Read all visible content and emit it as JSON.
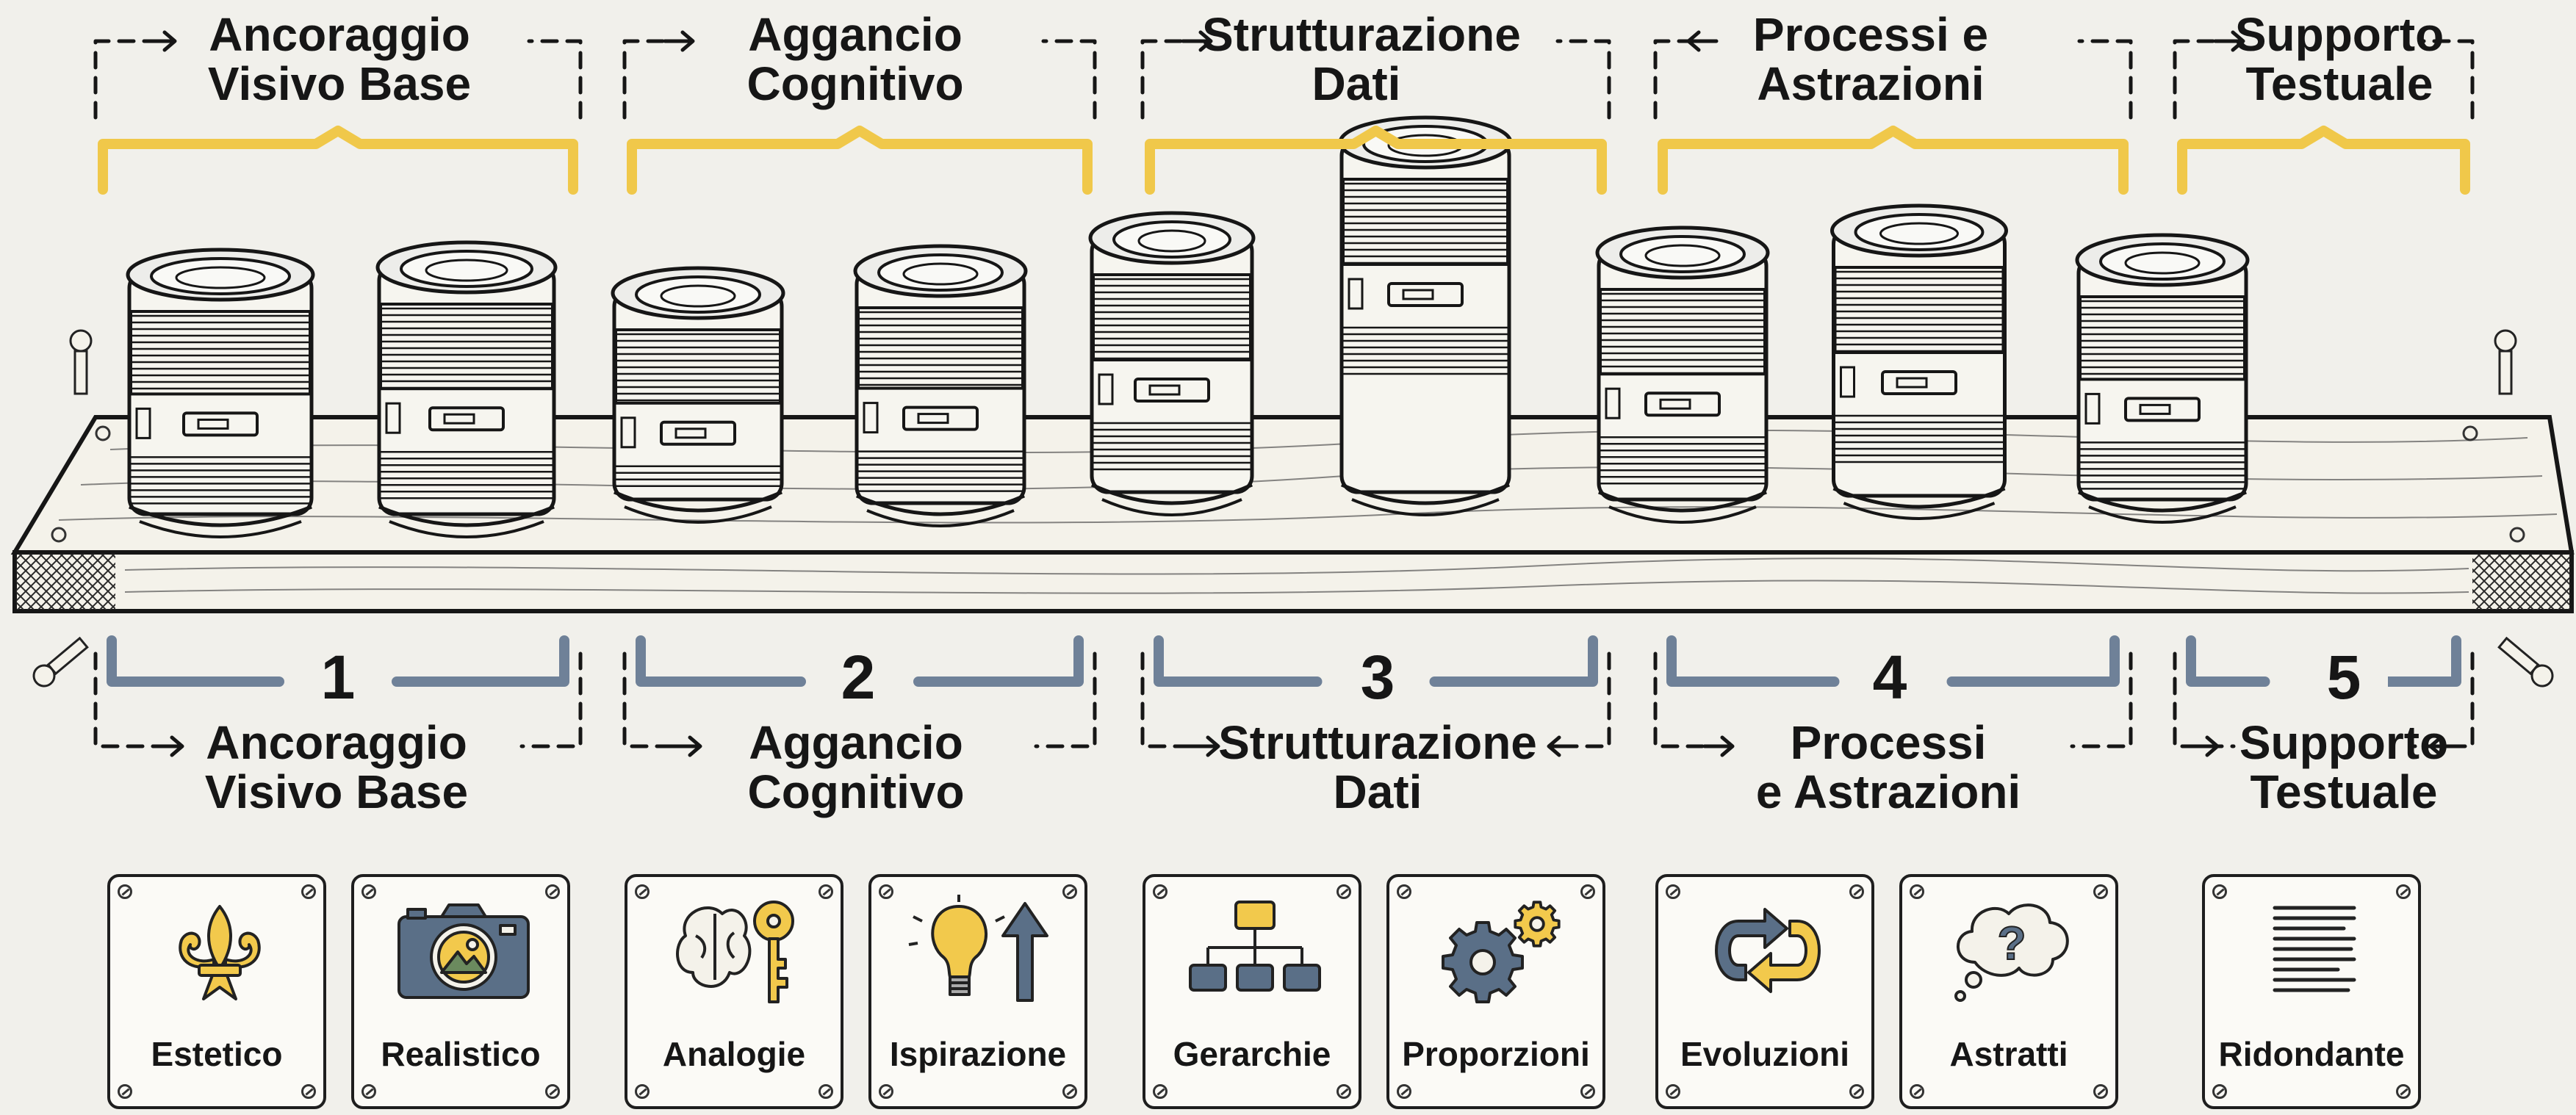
{
  "colors": {
    "background": "#f1f0eb",
    "bracket_top": "#f0c84a",
    "bracket_bottom": "#6f8198",
    "icon_yellow": "#f2c94c",
    "icon_blue": "#5a6f87",
    "ink": "#161616"
  },
  "groups": [
    {
      "number": "1",
      "top_label": "Ancoraggio\nVisivo Base",
      "bottom_label": "Ancoraggio\nVisivo Base"
    },
    {
      "number": "2",
      "top_label": "Aggancio\nCognitivo",
      "bottom_label": "Aggancio\nCognitivo"
    },
    {
      "number": "3",
      "top_label": "Strutturazione\nDati",
      "bottom_label": "Strutturazione\nDati"
    },
    {
      "number": "4",
      "top_label": "Processi e\nAstrazioni",
      "bottom_label": "Processi\ne Astrazioni"
    },
    {
      "number": "5",
      "top_label": "Supporto\nTestuale",
      "bottom_label": "Supporto\nTestuale"
    }
  ],
  "cards": [
    {
      "label": "Estetico",
      "icon": "fleur-de-lis-icon"
    },
    {
      "label": "Realistico",
      "icon": "camera-icon"
    },
    {
      "label": "Analogie",
      "icon": "brain-key-icon"
    },
    {
      "label": "Ispirazione",
      "icon": "lightbulb-arrow-icon"
    },
    {
      "label": "Gerarchie",
      "icon": "hierarchy-icon"
    },
    {
      "label": "Proporzioni",
      "icon": "gears-icon"
    },
    {
      "label": "Evoluzioni",
      "icon": "cycle-arrows-icon"
    },
    {
      "label": "Astratti",
      "icon": "thought-bubble-question-icon"
    },
    {
      "label": "Ridondante",
      "icon": "text-lines-icon"
    }
  ]
}
